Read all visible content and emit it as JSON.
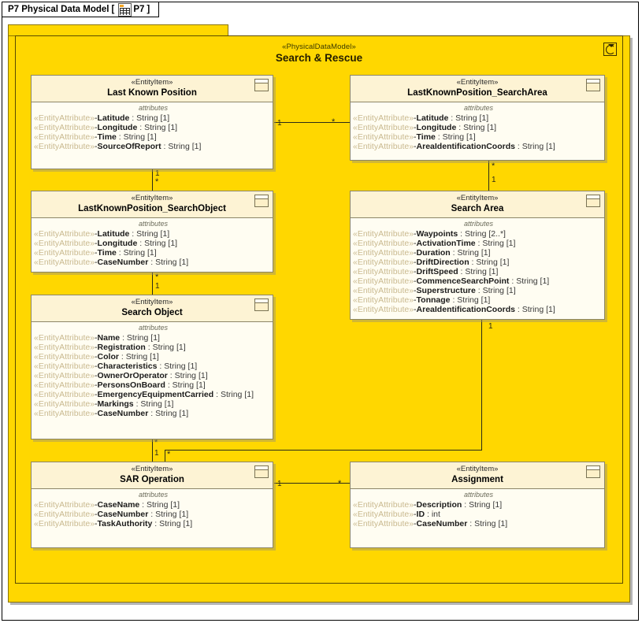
{
  "frame": {
    "title": "P7 Physical Data Model",
    "bracket_open": "[",
    "bracket_close": "]",
    "tab_label": "P7",
    "icon": "data-model-icon"
  },
  "package": {
    "stereotype": "«PhysicalDataModel»",
    "name": "Search & Rescue",
    "corner_icon": "package-shortcut-icon"
  },
  "labels": {
    "attributes_heading": "attributes",
    "entity_stereotype": "«EntityItem»",
    "attribute_stereotype": "«EntityAttribute»"
  },
  "colors": {
    "package_fill": "#ffd700",
    "entity_fill": "#fffdf2",
    "entity_header_fill": "#fdf3d4",
    "entity_border": "#8c8668",
    "connector": "#2b2b18"
  },
  "entities": [
    {
      "id": "last-known-position",
      "stereotype": "«EntityItem»",
      "name": "Last Known Position",
      "attributes": [
        {
          "stereotype": "«EntityAttribute»",
          "visibility": "-",
          "name": "Latitude",
          "type": "String",
          "multiplicity": "[1]"
        },
        {
          "stereotype": "«EntityAttribute»",
          "visibility": "-",
          "name": "Longitude",
          "type": "String",
          "multiplicity": "[1]"
        },
        {
          "stereotype": "«EntityAttribute»",
          "visibility": "-",
          "name": "Time",
          "type": "String",
          "multiplicity": "[1]"
        },
        {
          "stereotype": "«EntityAttribute»",
          "visibility": "-",
          "name": "SourceOfReport",
          "type": "String",
          "multiplicity": "[1]"
        }
      ]
    },
    {
      "id": "lastknownposition-searcharea",
      "stereotype": "«EntityItem»",
      "name": "LastKnownPosition_SearchArea",
      "attributes": [
        {
          "stereotype": "«EntityAttribute»",
          "visibility": "-",
          "name": "Latitude",
          "type": "String",
          "multiplicity": "[1]"
        },
        {
          "stereotype": "«EntityAttribute»",
          "visibility": "-",
          "name": "Longitude",
          "type": "String",
          "multiplicity": "[1]"
        },
        {
          "stereotype": "«EntityAttribute»",
          "visibility": "-",
          "name": "Time",
          "type": "String",
          "multiplicity": "[1]"
        },
        {
          "stereotype": "«EntityAttribute»",
          "visibility": "-",
          "name": "AreaIdentificationCoords",
          "type": "String",
          "multiplicity": "[1]"
        }
      ]
    },
    {
      "id": "lastknownposition-searchobject",
      "stereotype": "«EntityItem»",
      "name": "LastKnownPosition_SearchObject",
      "attributes": [
        {
          "stereotype": "«EntityAttribute»",
          "visibility": "-",
          "name": "Latitude",
          "type": "String",
          "multiplicity": "[1]"
        },
        {
          "stereotype": "«EntityAttribute»",
          "visibility": "-",
          "name": "Longitude",
          "type": "String",
          "multiplicity": "[1]"
        },
        {
          "stereotype": "«EntityAttribute»",
          "visibility": "-",
          "name": "Time",
          "type": "String",
          "multiplicity": "[1]"
        },
        {
          "stereotype": "«EntityAttribute»",
          "visibility": "-",
          "name": "CaseNumber",
          "type": "String",
          "multiplicity": "[1]"
        }
      ]
    },
    {
      "id": "search-area",
      "stereotype": "«EntityItem»",
      "name": "Search Area",
      "attributes": [
        {
          "stereotype": "«EntityAttribute»",
          "visibility": "-",
          "name": "Waypoints",
          "type": "String",
          "multiplicity": "[2..*]"
        },
        {
          "stereotype": "«EntityAttribute»",
          "visibility": "-",
          "name": "ActivationTime",
          "type": "String",
          "multiplicity": "[1]"
        },
        {
          "stereotype": "«EntityAttribute»",
          "visibility": "-",
          "name": "Duration",
          "type": "String",
          "multiplicity": "[1]"
        },
        {
          "stereotype": "«EntityAttribute»",
          "visibility": "-",
          "name": "DriftDirection",
          "type": "String",
          "multiplicity": "[1]"
        },
        {
          "stereotype": "«EntityAttribute»",
          "visibility": "-",
          "name": "DriftSpeed",
          "type": "String",
          "multiplicity": "[1]"
        },
        {
          "stereotype": "«EntityAttribute»",
          "visibility": "-",
          "name": "CommenceSearchPoint",
          "type": "String",
          "multiplicity": "[1]"
        },
        {
          "stereotype": "«EntityAttribute»",
          "visibility": "-",
          "name": "Superstructure",
          "type": "String",
          "multiplicity": "[1]"
        },
        {
          "stereotype": "«EntityAttribute»",
          "visibility": "-",
          "name": "Tonnage",
          "type": "String",
          "multiplicity": "[1]"
        },
        {
          "stereotype": "«EntityAttribute»",
          "visibility": "-",
          "name": "AreaIdentificationCoords",
          "type": "String",
          "multiplicity": "[1]"
        }
      ]
    },
    {
      "id": "search-object",
      "stereotype": "«EntityItem»",
      "name": "Search Object",
      "attributes": [
        {
          "stereotype": "«EntityAttribute»",
          "visibility": "-",
          "name": "Name",
          "type": "String",
          "multiplicity": "[1]"
        },
        {
          "stereotype": "«EntityAttribute»",
          "visibility": "-",
          "name": "Registration",
          "type": "String",
          "multiplicity": "[1]"
        },
        {
          "stereotype": "«EntityAttribute»",
          "visibility": "-",
          "name": "Color",
          "type": "String",
          "multiplicity": "[1]"
        },
        {
          "stereotype": "«EntityAttribute»",
          "visibility": "-",
          "name": "Characteristics",
          "type": "String",
          "multiplicity": "[1]"
        },
        {
          "stereotype": "«EntityAttribute»",
          "visibility": "-",
          "name": "OwnerOrOperator",
          "type": "String",
          "multiplicity": "[1]"
        },
        {
          "stereotype": "«EntityAttribute»",
          "visibility": "-",
          "name": "PersonsOnBoard",
          "type": "String",
          "multiplicity": "[1]"
        },
        {
          "stereotype": "«EntityAttribute»",
          "visibility": "-",
          "name": "EmergencyEquipmentCarried",
          "type": "String",
          "multiplicity": "[1]"
        },
        {
          "stereotype": "«EntityAttribute»",
          "visibility": "-",
          "name": "Markings",
          "type": "String",
          "multiplicity": "[1]"
        },
        {
          "stereotype": "«EntityAttribute»",
          "visibility": "-",
          "name": "CaseNumber",
          "type": "String",
          "multiplicity": "[1]"
        }
      ]
    },
    {
      "id": "sar-operation",
      "stereotype": "«EntityItem»",
      "name": "SAR Operation",
      "attributes": [
        {
          "stereotype": "«EntityAttribute»",
          "visibility": "-",
          "name": "CaseName",
          "type": "String",
          "multiplicity": "[1]"
        },
        {
          "stereotype": "«EntityAttribute»",
          "visibility": "-",
          "name": "CaseNumber",
          "type": "String",
          "multiplicity": "[1]"
        },
        {
          "stereotype": "«EntityAttribute»",
          "visibility": "-",
          "name": "TaskAuthority",
          "type": "String",
          "multiplicity": "[1]"
        }
      ]
    },
    {
      "id": "assignment",
      "stereotype": "«EntityItem»",
      "name": "Assignment",
      "attributes": [
        {
          "stereotype": "«EntityAttribute»",
          "visibility": "-",
          "name": "Description",
          "type": "String",
          "multiplicity": "[1]"
        },
        {
          "stereotype": "«EntityAttribute»",
          "visibility": "-",
          "name": "ID",
          "type": "int",
          "multiplicity": ""
        },
        {
          "stereotype": "«EntityAttribute»",
          "visibility": "-",
          "name": "CaseNumber",
          "type": "String",
          "multiplicity": "[1]"
        }
      ]
    }
  ],
  "multiplicities": [
    {
      "id": "lkp-to-lkpsa-source",
      "text": "1"
    },
    {
      "id": "lkp-to-lkpsa-target",
      "text": "*"
    },
    {
      "id": "lkp-to-lkpso-source",
      "text": "1"
    },
    {
      "id": "lkp-to-lkpso-target",
      "text": "*"
    },
    {
      "id": "lkpsa-to-searcharea-source",
      "text": "*"
    },
    {
      "id": "lkpsa-to-searcharea-target",
      "text": "1"
    },
    {
      "id": "lkpso-to-searchobject-source",
      "text": "*"
    },
    {
      "id": "lkpso-to-searchobject-target",
      "text": "1"
    },
    {
      "id": "searchobject-to-sarop-source",
      "text": "*"
    },
    {
      "id": "searchobject-to-sarop-target",
      "text": "1"
    },
    {
      "id": "searcharea-to-sarop-source",
      "text": "1"
    },
    {
      "id": "searcharea-to-sarop-target",
      "text": "*"
    },
    {
      "id": "sarop-to-assignment-source",
      "text": "1"
    },
    {
      "id": "sarop-to-assignment-target",
      "text": "*"
    }
  ]
}
